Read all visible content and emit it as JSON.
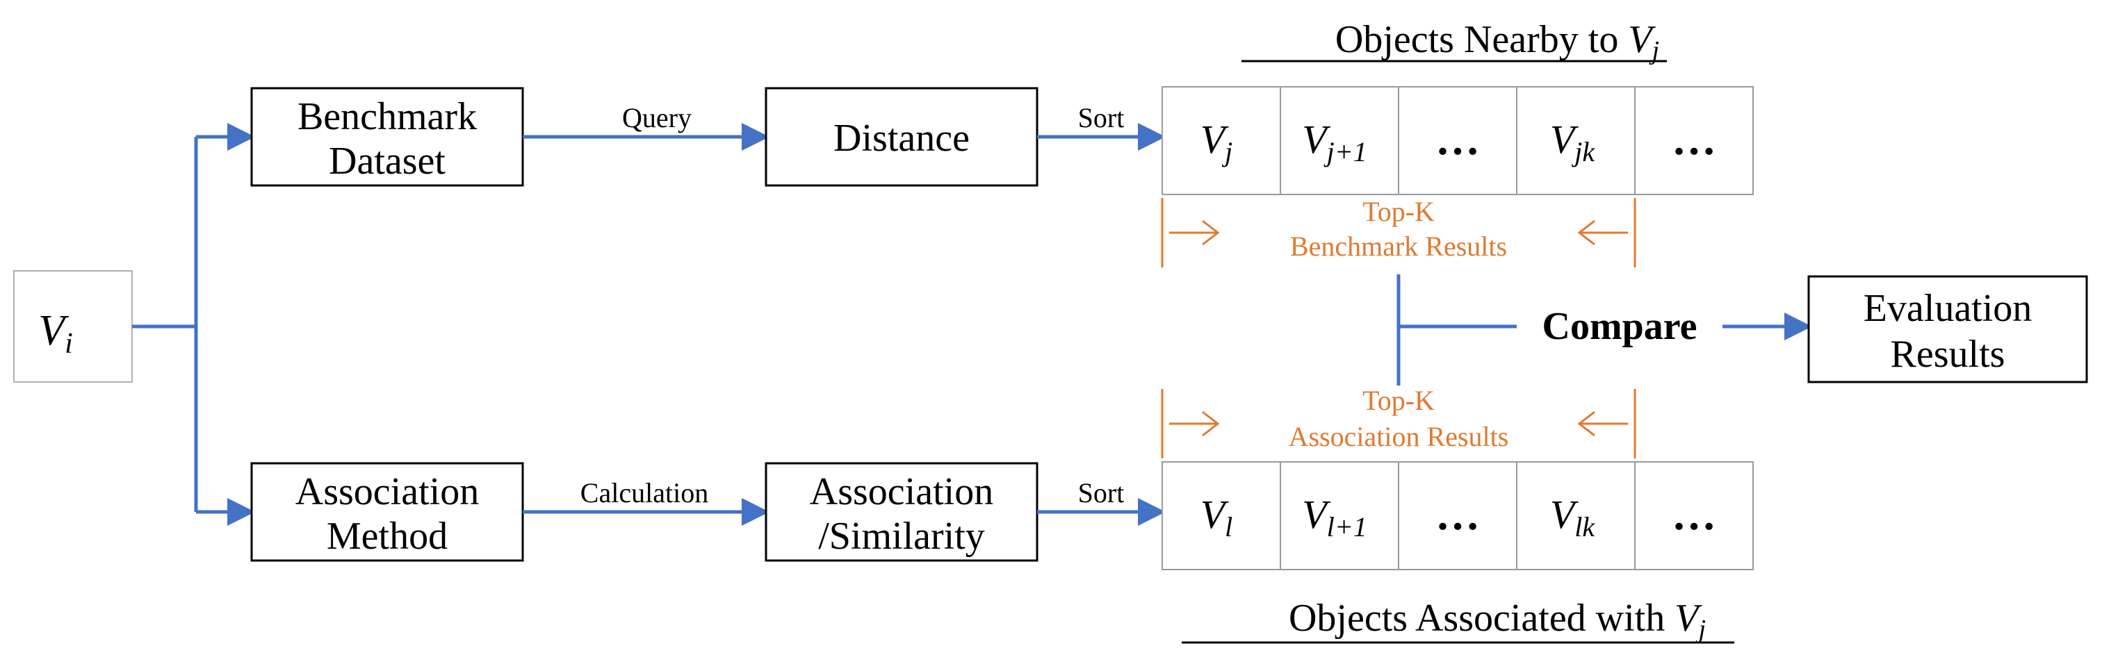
{
  "input_node": {
    "label": "V",
    "sub": "i"
  },
  "top_row": {
    "method_box": {
      "line1": "Benchmark",
      "line2": "Dataset"
    },
    "edge_label": "Query",
    "measure_box": {
      "line1": "Distance"
    },
    "sort_label": "Sort",
    "title_prefix": "Objects Nearby to ",
    "title_var": "V",
    "title_sub": "j",
    "cells": [
      {
        "main": "V",
        "sub": "j"
      },
      {
        "main": "V",
        "sub": "j+1"
      },
      {
        "main": "…",
        "sub": ""
      },
      {
        "main": "V",
        "sub": "jk"
      },
      {
        "main": "…",
        "sub": ""
      }
    ],
    "topk_line1": "Top-K",
    "topk_line2": "Benchmark Results"
  },
  "bottom_row": {
    "method_box": {
      "line1": "Association",
      "line2": "Method"
    },
    "edge_label": "Calculation",
    "measure_box": {
      "line1": "Association",
      "line2": "/Similarity"
    },
    "sort_label": "Sort",
    "title_prefix": "Objects Associated with ",
    "title_var": "V",
    "title_sub": "j",
    "cells": [
      {
        "main": "V",
        "sub": "l"
      },
      {
        "main": "V",
        "sub": "l+1"
      },
      {
        "main": "…",
        "sub": ""
      },
      {
        "main": "V",
        "sub": "lk"
      },
      {
        "main": "…",
        "sub": ""
      }
    ],
    "topk_line1": "Top-K",
    "topk_line2": "Association Results"
  },
  "compare_label": "Compare",
  "output_box": {
    "line1": "Evaluation",
    "line2": "Results"
  },
  "colors": {
    "arrow": "#4472C4",
    "topk": "#E07A2E",
    "box_border": "#000000",
    "cell_border": "#9A9A9A",
    "input_border": "#B0B0B0"
  }
}
